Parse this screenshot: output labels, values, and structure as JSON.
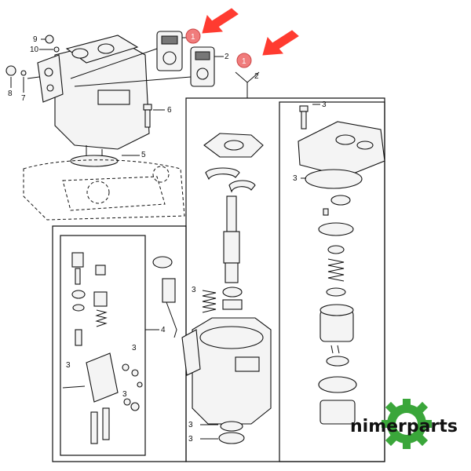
{
  "callouts": {
    "c9": "9",
    "c10": "10",
    "c8": "8",
    "c7": "7",
    "c1": "1",
    "c2a": "2",
    "c2b": "2",
    "c6": "6",
    "c5": "5",
    "c3_shaft_bolt": "3",
    "c3_oring": "3",
    "c4": "4",
    "c3_val1": "3",
    "c3_val2": "3",
    "c3_val3": "3",
    "c3_val4": "3",
    "c3_bottom1": "3",
    "c3_bottom2": "3"
  },
  "badges": {
    "badge1": "1",
    "badge2": "1"
  },
  "logo": {
    "text": "nimerparts"
  },
  "colors": {
    "arrow": "#ff3b30",
    "badge": "#f07c7c",
    "gear": "#3aa63a"
  }
}
